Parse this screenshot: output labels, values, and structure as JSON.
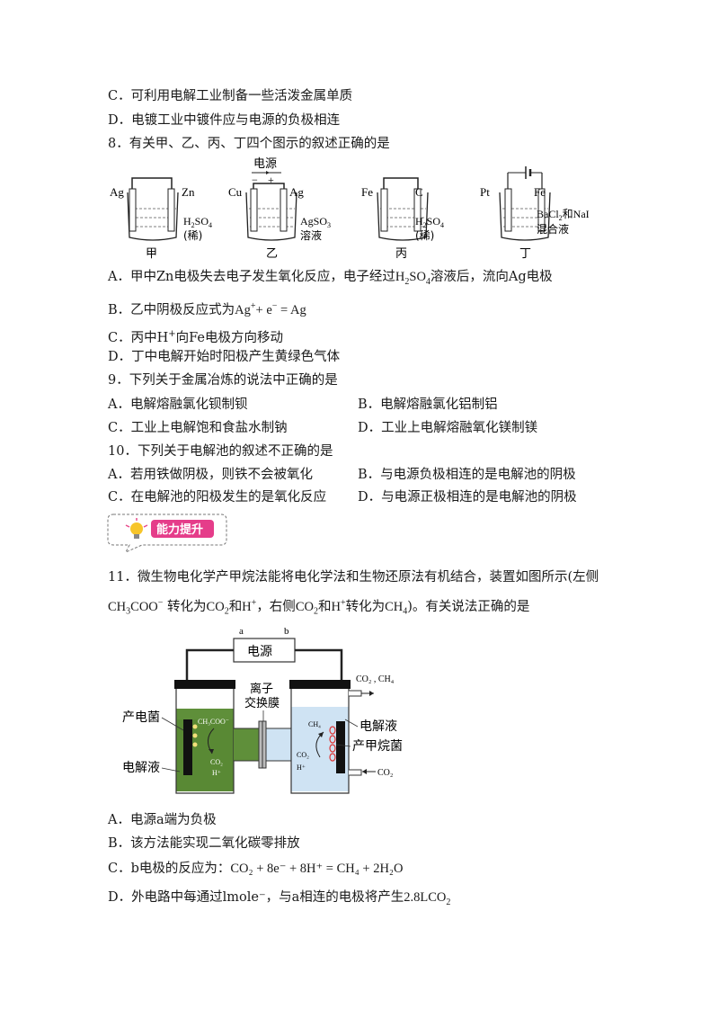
{
  "q7": {
    "optC": "C．可利用电解工业制备一些活泼金属单质",
    "optD": "D．电镀工业中镀件应与电源的负极相连"
  },
  "q8": {
    "stem": "8．有关甲、乙、丙、丁四个图示的叙述正确的是",
    "fig_jia": {
      "left": "Ag",
      "right": "Zn",
      "sol1": "H",
      "sol_sub": "2",
      "sol2": "SO",
      "sol_sub2": "4",
      "sol3": "(稀)",
      "name": "甲"
    },
    "fig_yi": {
      "power": "电源",
      "minus": "−",
      "plus": "+",
      "left": "Cu",
      "right": "Ag",
      "sol1": "AgSO",
      "sol_sub": "3",
      "sol2": "溶液",
      "name": "乙"
    },
    "fig_bing": {
      "left": "Fe",
      "right": "C",
      "sol1": "H",
      "sol_sub": "2",
      "sol2": "SO",
      "sol_sub2": "4",
      "sol3": "(稀)",
      "name": "丙"
    },
    "fig_ding": {
      "left": "Pt",
      "right": "Fe",
      "sol1": "BaCl",
      "sol_sub": "2",
      "sol2": "和NaI",
      "sol3": "混合液",
      "name": "丁"
    },
    "optA_1": "A．甲中Zn电极失去电子发生氧化反应，电子经过",
    "optA_f1": "H",
    "optA_s1": "2",
    "optA_f2": "SO",
    "optA_s2": "4",
    "optA_2": "溶液后，流向Ag电极",
    "optB_1": "B．乙中阴极反应式为",
    "optB_f": "Ag",
    "optB_p": "+",
    "optB_m": "+ e",
    "optB_e": "−",
    "optB_r": " = Ag",
    "optC_1": "C．丙中H",
    "optC_sup": "+",
    "optC_2": "向Fe电极方向移动",
    "optD": "D．丁中电解开始时阳极产生黄绿色气体"
  },
  "q9": {
    "stem": "9．下列关于金属冶炼的说法中正确的是",
    "optA": "A．电解熔融氯化钡制钡",
    "optB": "B．电解熔融氯化铝制铝",
    "optC": "C．工业上电解饱和食盐水制钠",
    "optD": "D．工业上电解熔融氧化镁制镁"
  },
  "q10": {
    "stem": "10．下列关于电解池的叙述不正确的是",
    "optA": "A．若用铁做阴极，则铁不会被氧化",
    "optB": "B．与电源负极相连的是电解池的阴极",
    "optC": "C．在电解池的阳极发生的是氧化反应",
    "optD": "D．与电源正极相连的是电解池的阴极"
  },
  "banner": {
    "text": "能力提升"
  },
  "q11": {
    "stem_1": "11．微生物电化学产甲烷法能将电化学法和生物还原法有机结合，装置如图所示(左侧",
    "stem_2a": "CH",
    "stem_2s": "3",
    "stem_2b": "COO",
    "stem_2sup": "−",
    "stem_2c": "转化为",
    "stem_2d": "CO",
    "stem_2ds": "2",
    "stem_2e": "和H",
    "stem_2esup": "+",
    "stem_2f": "，右侧",
    "stem_2g": "CO",
    "stem_2gs": "2",
    "stem_2h": "和H",
    "stem_2hsup": "+",
    "stem_2i": "转化为",
    "stem_2j": "CH",
    "stem_2js": "4",
    "stem_2k": ")。有关说法正确的是",
    "fig": {
      "a": "a",
      "b": "b",
      "power": "电源",
      "membrane_1": "离子",
      "membrane_2": "交换膜",
      "left_bact": "产电菌",
      "left_sol": "电解液",
      "right_sol": "电解液",
      "right_bact": "产甲烷菌",
      "ch3coo": "CH₃COO⁻",
      "co2_l": "CO₂",
      "h_l": "H⁺",
      "ch4_r": "CH₄",
      "co2_r": "CO₂",
      "h_r": "H⁺",
      "out_top": "CO₂ , CH₄",
      "in_bot": "CO₂",
      "left_color": "#5f8f3a",
      "right_color": "#cfe3f3"
    },
    "optA": "A．电源a端为负极",
    "optB": "B．该方法能实现二氧化碳零排放",
    "optC_1": "C．b电极的反应为：",
    "optC_f": "CO₂ + 8e⁻ + 8H⁺ = CH₄ + 2H₂O",
    "optD_1": "D．外电路中每通过lmole⁻，与a相连的电极将产生",
    "optD_f": "2.8LCO",
    "optD_fs": "2"
  }
}
